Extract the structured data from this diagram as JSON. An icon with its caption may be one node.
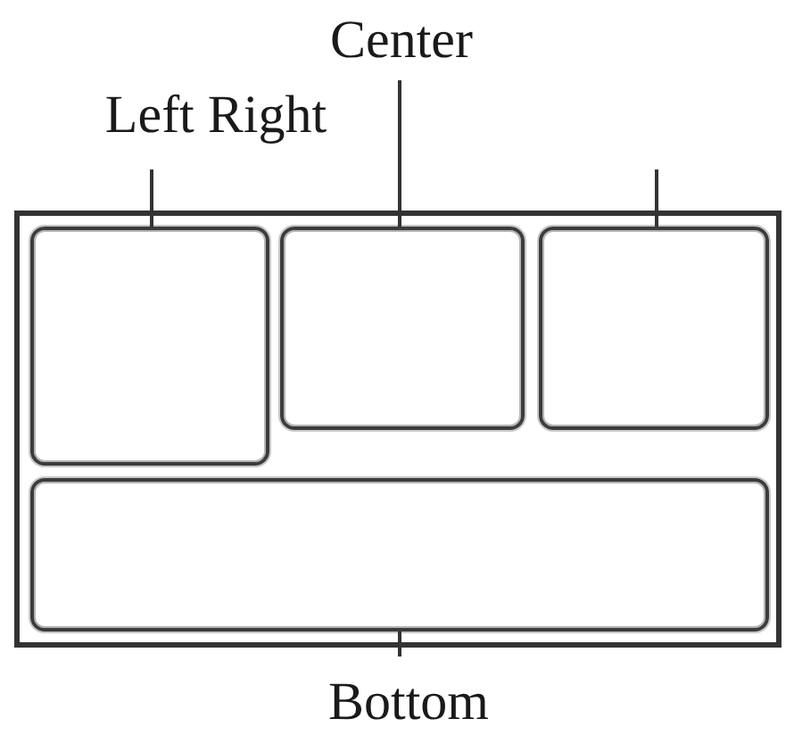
{
  "diagram": {
    "nodes": [
      {
        "text": [
          "Center"
        ]
      },
      {
        "text": [
          "Left Right"
        ]
      },
      {
        "text": [],
        "shape": "box"
      },
      {
        "text": [],
        "shape": "box",
        "in": 2
      },
      {
        "text": [],
        "shape": "box",
        "in": 2
      },
      {
        "text": [],
        "shape": "box",
        "in": 2
      },
      {
        "text": [],
        "shape": "box",
        "in": 2
      },
      {
        "text": [
          "Bottom"
        ]
      }
    ],
    "edges": [
      {
        "from": 0,
        "to": 4,
        "arrow": "none"
      },
      {
        "from": 1,
        "to": 3,
        "arrow": "none"
      },
      {
        "from": null,
        "to": 5,
        "arrow": "none"
      },
      {
        "from": 7,
        "to": 6,
        "arrow": "none"
      }
    ]
  }
}
